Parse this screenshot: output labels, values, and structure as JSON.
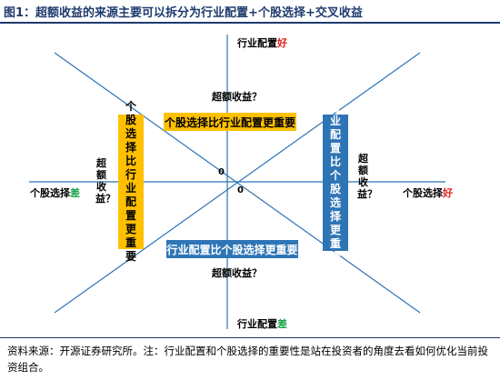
{
  "figure": {
    "title": "图1：超额收益的来源主要可以拆分为行业配置+个股选择+交叉收益"
  },
  "axes": {
    "top_prefix": "行业配置",
    "top_suffix": "好",
    "bottom_prefix": "行业配置",
    "bottom_suffix": "差",
    "left_prefix": "个股选择",
    "left_suffix": "差",
    "right_prefix": "个股选择",
    "right_suffix": "好",
    "origin_a": "0",
    "origin_b": "0"
  },
  "quadrants": {
    "top": "超额收益？",
    "bottom": "超额收益？",
    "left": "超额收益？",
    "right": "超额收益？"
  },
  "boxes": {
    "yellow_horizontal": "个股选择比行业配置更重要",
    "yellow_vertical": "个股选择比行业配置更重要",
    "blue_vertical": "行业配置比个股选择更重要",
    "blue_horizontal": "行业配置比个股选择更重要"
  },
  "colors": {
    "line": "#2e75b6",
    "yellow": "#ffc000",
    "blue": "#2e75b6",
    "good": "#e0201b",
    "bad": "#16a34a",
    "title": "#1f3b6e"
  },
  "footnote": "资料来源：开源证券研究所。注：行业配置和个股选择的重要性是站在投资者的角度去看如何优化当前投资组合。"
}
